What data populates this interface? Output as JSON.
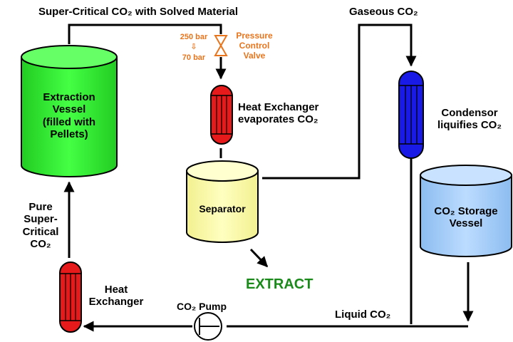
{
  "labels": {
    "top_pipe": "Super-Critical CO₂ with Solved Material",
    "gaseous": "Gaseous CO₂",
    "pressure_high": "250 bar",
    "pressure_arrow": "⇩",
    "pressure_low": "70 bar",
    "pressure_valve": "Pressure\nControl\nValve",
    "extraction_vessel": "Extraction\nVessel\n(filled with\nPellets)",
    "heat_exchanger_top": "Heat Exchanger\nevaporates CO₂",
    "condensor": "Condensor\nliquifies CO₂",
    "separator": "Separator",
    "storage_vessel": "CO₂ Storage\nVessel",
    "extract": "EXTRACT",
    "pure_co2": "Pure\nSuper-\nCritical\nCO₂",
    "heat_exchanger_bottom": "Heat\nExchanger",
    "pump": "CO₂ Pump",
    "liquid": "Liquid CO₂"
  },
  "colors": {
    "extraction_vessel": "#33ee33",
    "separator": "#ffffa8",
    "storage_vessel": "#a8d0ff",
    "heat_exchanger": "#e61a1a",
    "condensor": "#1a1ae6",
    "pressure_text": "#e8741c",
    "extract_text": "#1a8a1a"
  },
  "icons": [
    "cylinder-vessel",
    "tube-heat-exchanger",
    "pressure-valve-icon",
    "pump-icon",
    "flow-arrow"
  ]
}
